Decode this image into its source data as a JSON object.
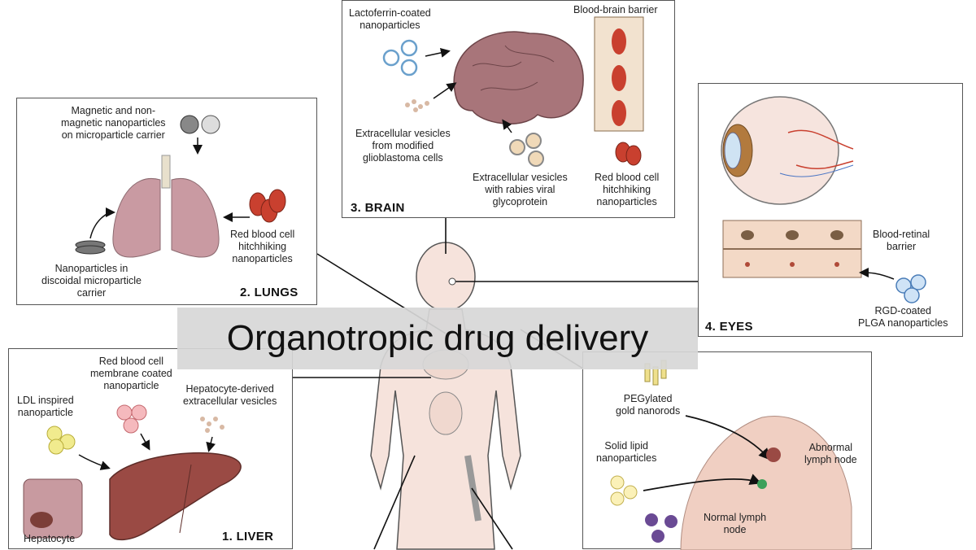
{
  "title": "Organotropic drug delivery",
  "panels": {
    "lungs": {
      "title": "2. LUNGS",
      "labels": {
        "magnetic": [
          "Magnetic and non-",
          "magnetic nanoparticles",
          "on microparticle carrier"
        ],
        "discoidal": [
          "Nanoparticles in",
          "discoidal microparticle",
          "carrier"
        ],
        "rbc": [
          "Red blood cell",
          "hitchhiking",
          "nanoparticles"
        ]
      }
    },
    "brain": {
      "title": "3. BRAIN",
      "labels": {
        "lactoferrin": [
          "Lactoferrin-coated",
          "nanoparticles"
        ],
        "bbb": "Blood-brain barrier",
        "glioblastoma": [
          "Extracellular vesicles",
          "from modified",
          "glioblastoma cells"
        ],
        "rabies": [
          "Extracellular vesicles",
          "with rabies viral",
          "glycoprotein"
        ],
        "rbc": [
          "Red blood cell",
          "hitchhiking",
          "nanoparticles"
        ]
      }
    },
    "eyes": {
      "title": "4. EYES",
      "labels": {
        "brb": [
          "Blood-retinal",
          "barrier"
        ],
        "rgd": [
          "RGD-coated",
          "PLGA nanoparticles"
        ]
      }
    },
    "liver": {
      "title": "1. LIVER",
      "labels": {
        "ldl": [
          "LDL inspired",
          "nanoparticle"
        ],
        "rbcm": [
          "Red blood cell",
          "membrane coated",
          "nanoparticle"
        ],
        "hepev": [
          "Hepatocyte-derived",
          "extracellular vesicles"
        ],
        "hepatocyte": "Hepatocyte"
      }
    },
    "lymph": {
      "labels": {
        "peg": [
          "PEGylated",
          "gold nanorods"
        ],
        "sln": [
          "Solid lipid",
          "nanoparticles"
        ],
        "abnormal": [
          "Abnormal",
          "lymph node"
        ],
        "normal": [
          "Normal lymph",
          "node"
        ]
      }
    }
  },
  "colors": {
    "lung": "#c99aa2",
    "brain": "#a8757a",
    "rbc": "#c9402f",
    "liver": "#9a4a44",
    "skin": "#f3ddd5",
    "banner": "#d7d7d7"
  }
}
